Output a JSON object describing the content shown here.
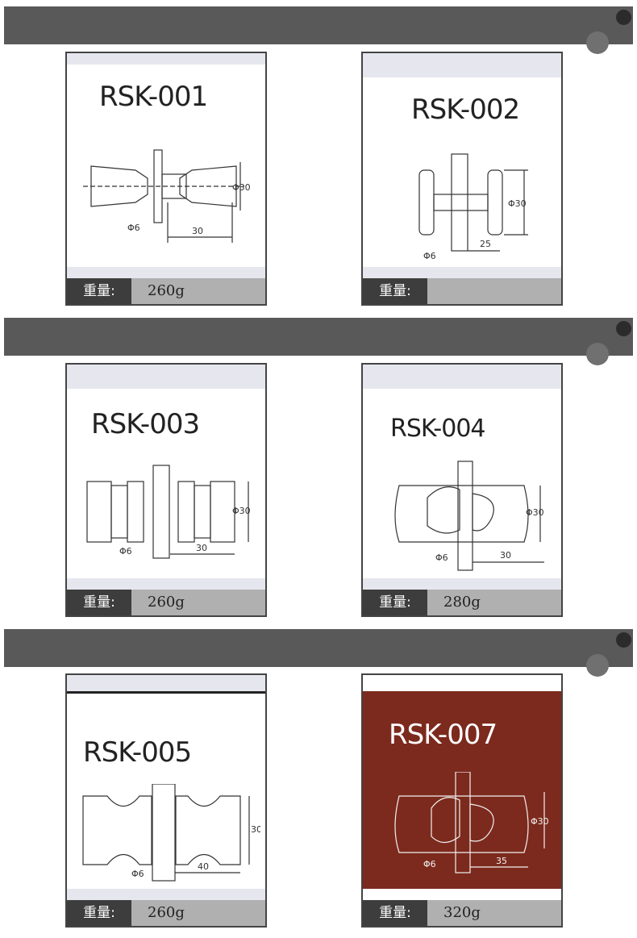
{
  "products": [
    {
      "model": "RSK-001",
      "weight_label": "重量:",
      "weight": "260g",
      "dia": "Φ30",
      "hole": "Φ6",
      "len": "30"
    },
    {
      "model": "RSK-002",
      "weight_label": "重量:",
      "weight": "",
      "dia": "Φ30",
      "hole": "Φ6",
      "len": "25"
    },
    {
      "model": "RSK-003",
      "weight_label": "重量:",
      "weight": "260g",
      "dia": "Φ30",
      "hole": "Φ6",
      "len": "30"
    },
    {
      "model": "RSK-004",
      "weight_label": "重量:",
      "weight": "280g",
      "dia": "Φ30",
      "hole": "Φ6",
      "len": "30"
    },
    {
      "model": "RSK-005",
      "weight_label": "重量:",
      "weight": "260g",
      "dia": "30",
      "hole": "Φ6",
      "len": "40"
    },
    {
      "model": "RSK-007",
      "weight_label": "重量:",
      "weight": "320g",
      "dia": "Φ30",
      "hole": "Φ6",
      "len": "35"
    }
  ],
  "colors": {
    "bar": "#595959",
    "label_bg": "#3d3d3d",
    "value_bg": "#b0b0b0",
    "brown_card": "#7c2a1d"
  }
}
